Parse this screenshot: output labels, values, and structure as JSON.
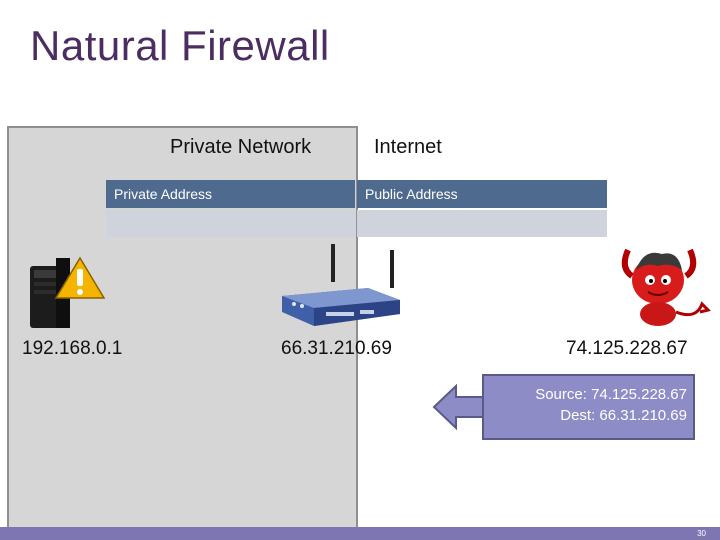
{
  "title": "Natural Firewall",
  "zones": {
    "private": "Private Network",
    "internet": "Internet"
  },
  "nat_table": {
    "headers": [
      "Private Address",
      "Public Address"
    ],
    "rows": [
      [
        "",
        ""
      ]
    ]
  },
  "devices": {
    "host": {
      "icon": "computer-warning-icon",
      "ip": "192.168.0.1"
    },
    "router": {
      "icon": "router-icon",
      "ip": "66.31.210.69"
    },
    "attacker": {
      "icon": "devil-icon",
      "ip": "74.125.228.67"
    }
  },
  "packet": {
    "source": "Source: 74.125.228.67",
    "dest": "Dest: 66.31.210.69"
  },
  "page_number": "30",
  "colors": {
    "title": "#4b2d62",
    "table_header": "#4f6a8f",
    "packet": "#8e8cc7",
    "footer": "#7d76b3"
  }
}
